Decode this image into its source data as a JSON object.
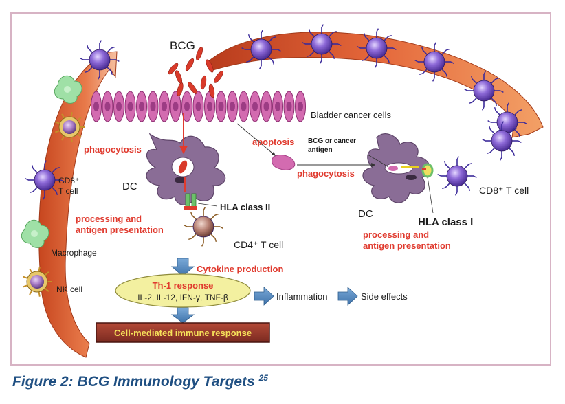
{
  "figure": {
    "caption": "Figure 2: BCG Immunology Targets",
    "caption_ref": "25"
  },
  "labels": {
    "bcg": "BCG",
    "bladder_cancer_cells": "Bladder cancer cells",
    "phagocytosis_left": "phagocytosis",
    "apoptosis": "apoptosis",
    "bcg_or_cancer_antigen_line1": "BCG or cancer",
    "bcg_or_cancer_antigen_line2": "antigen",
    "phagocytosis_right": "phagocytosis",
    "dc_left": "DC",
    "dc_right": "DC",
    "processing_left_line1": "processing and",
    "processing_left_line2": "antigen presentation",
    "hla_class_ii": "HLA class II",
    "cd4_t_cell": "CD4⁺ T cell",
    "cd8_t_cell_left_line1": "CD8⁺",
    "cd8_t_cell_left_line2": "T cell",
    "cd8_t_cell_right": "CD8⁺ T cell",
    "hla_class_i": "HLA class I",
    "processing_right_line1": "processing and",
    "processing_right_line2": "antigen presentation",
    "macrophage": "Macrophage",
    "nk_cell": "NK cell",
    "cytokine_production": "Cytokine production",
    "th1_response": "Th-1 response",
    "cytokines": "IL-2, IL-12, IFN-γ, TNF-β",
    "inflammation": "Inflammation",
    "side_effects": "Side effects",
    "cell_mediated_response": "Cell-mediated immune response"
  },
  "colors": {
    "arc": "#d9502a",
    "tcell": "#7b55c8",
    "dc": "#8a6d96",
    "cancer_cell": "#d36bb0",
    "bcg_rod": "#d93a2a",
    "macrophage": "#9fe0a6",
    "cd4_cell": "#b67f72",
    "nk_cell": "#a77ac6",
    "arrow_block": "#5b8fc4",
    "th1_ellipse": "#f3f0a0",
    "response_box": "#9a3a2d",
    "red_text": "#e03a2e",
    "caption": "#1f4f82"
  }
}
